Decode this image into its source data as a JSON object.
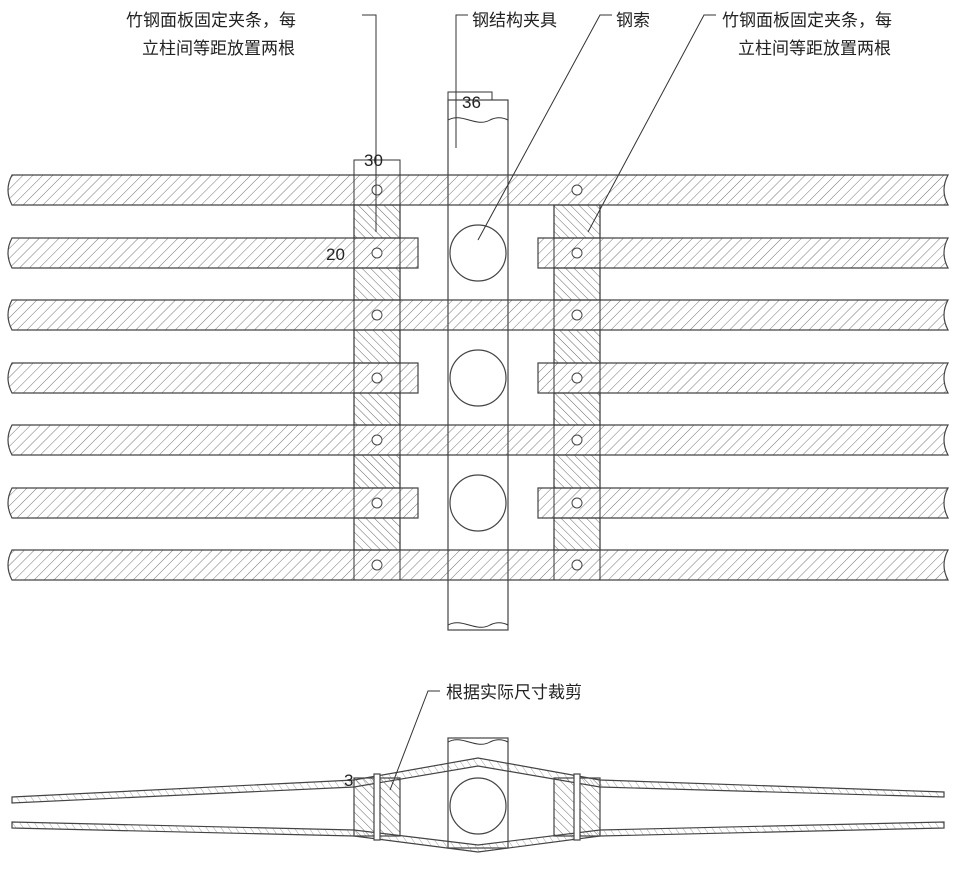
{
  "labels": {
    "clip_strip_left_line1": "竹钢面板固定夹条，每",
    "clip_strip_left_line2": "立柱间等距放置两根",
    "steel_clamp": "钢结构夹具",
    "steel_cable": "钢索",
    "clip_strip_right_line1": "竹钢面板固定夹条，每",
    "clip_strip_right_line2": "立柱间等距放置两根",
    "cut_note": "根据实际尺寸裁剪"
  },
  "dimensions": {
    "clamp_width": "36",
    "strip_width": "30",
    "strip_thickness": "20",
    "gap": "3"
  },
  "colors": {
    "line": "#444444",
    "hatch": "#555555",
    "text": "#222222",
    "background": "#ffffff"
  }
}
